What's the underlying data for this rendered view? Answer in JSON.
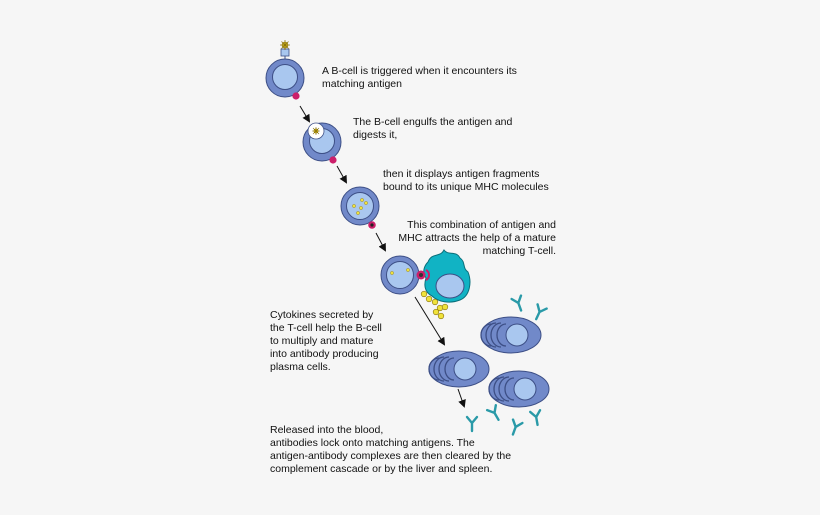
{
  "captions": {
    "step1": "A B-cell is triggered when it encounters its\nmatching antigen",
    "step2": "The B-cell engulfs the antigen and\ndigests it,",
    "step3": "then it displays antigen fragments\nbound to its unique MHC molecules",
    "step4": "This combination of antigen and\nMHC attracts the help of a mature\nmatching T-cell.",
    "step5": "Cytokines secreted by\nthe T-cell help the B-cell\nto multiply and mature\ninto antibody producing\nplasma cells.",
    "step6": "Released into the blood,\nantibodies lock onto matching antigens. The\nantigen-antibody complexes are then cleared by the\ncomplement cascade or by the liver and spleen."
  },
  "colors": {
    "cell_outer": "#7189c9",
    "cell_inner": "#a9c7ef",
    "cell_stroke": "#3d4f86",
    "receptor": "#cc1f6a",
    "antigen": "#e2c21e",
    "tcell": "#11b3c4",
    "cytokine": "#f0e23a",
    "antibody": "#2a9aa8",
    "arrow": "#111111"
  }
}
